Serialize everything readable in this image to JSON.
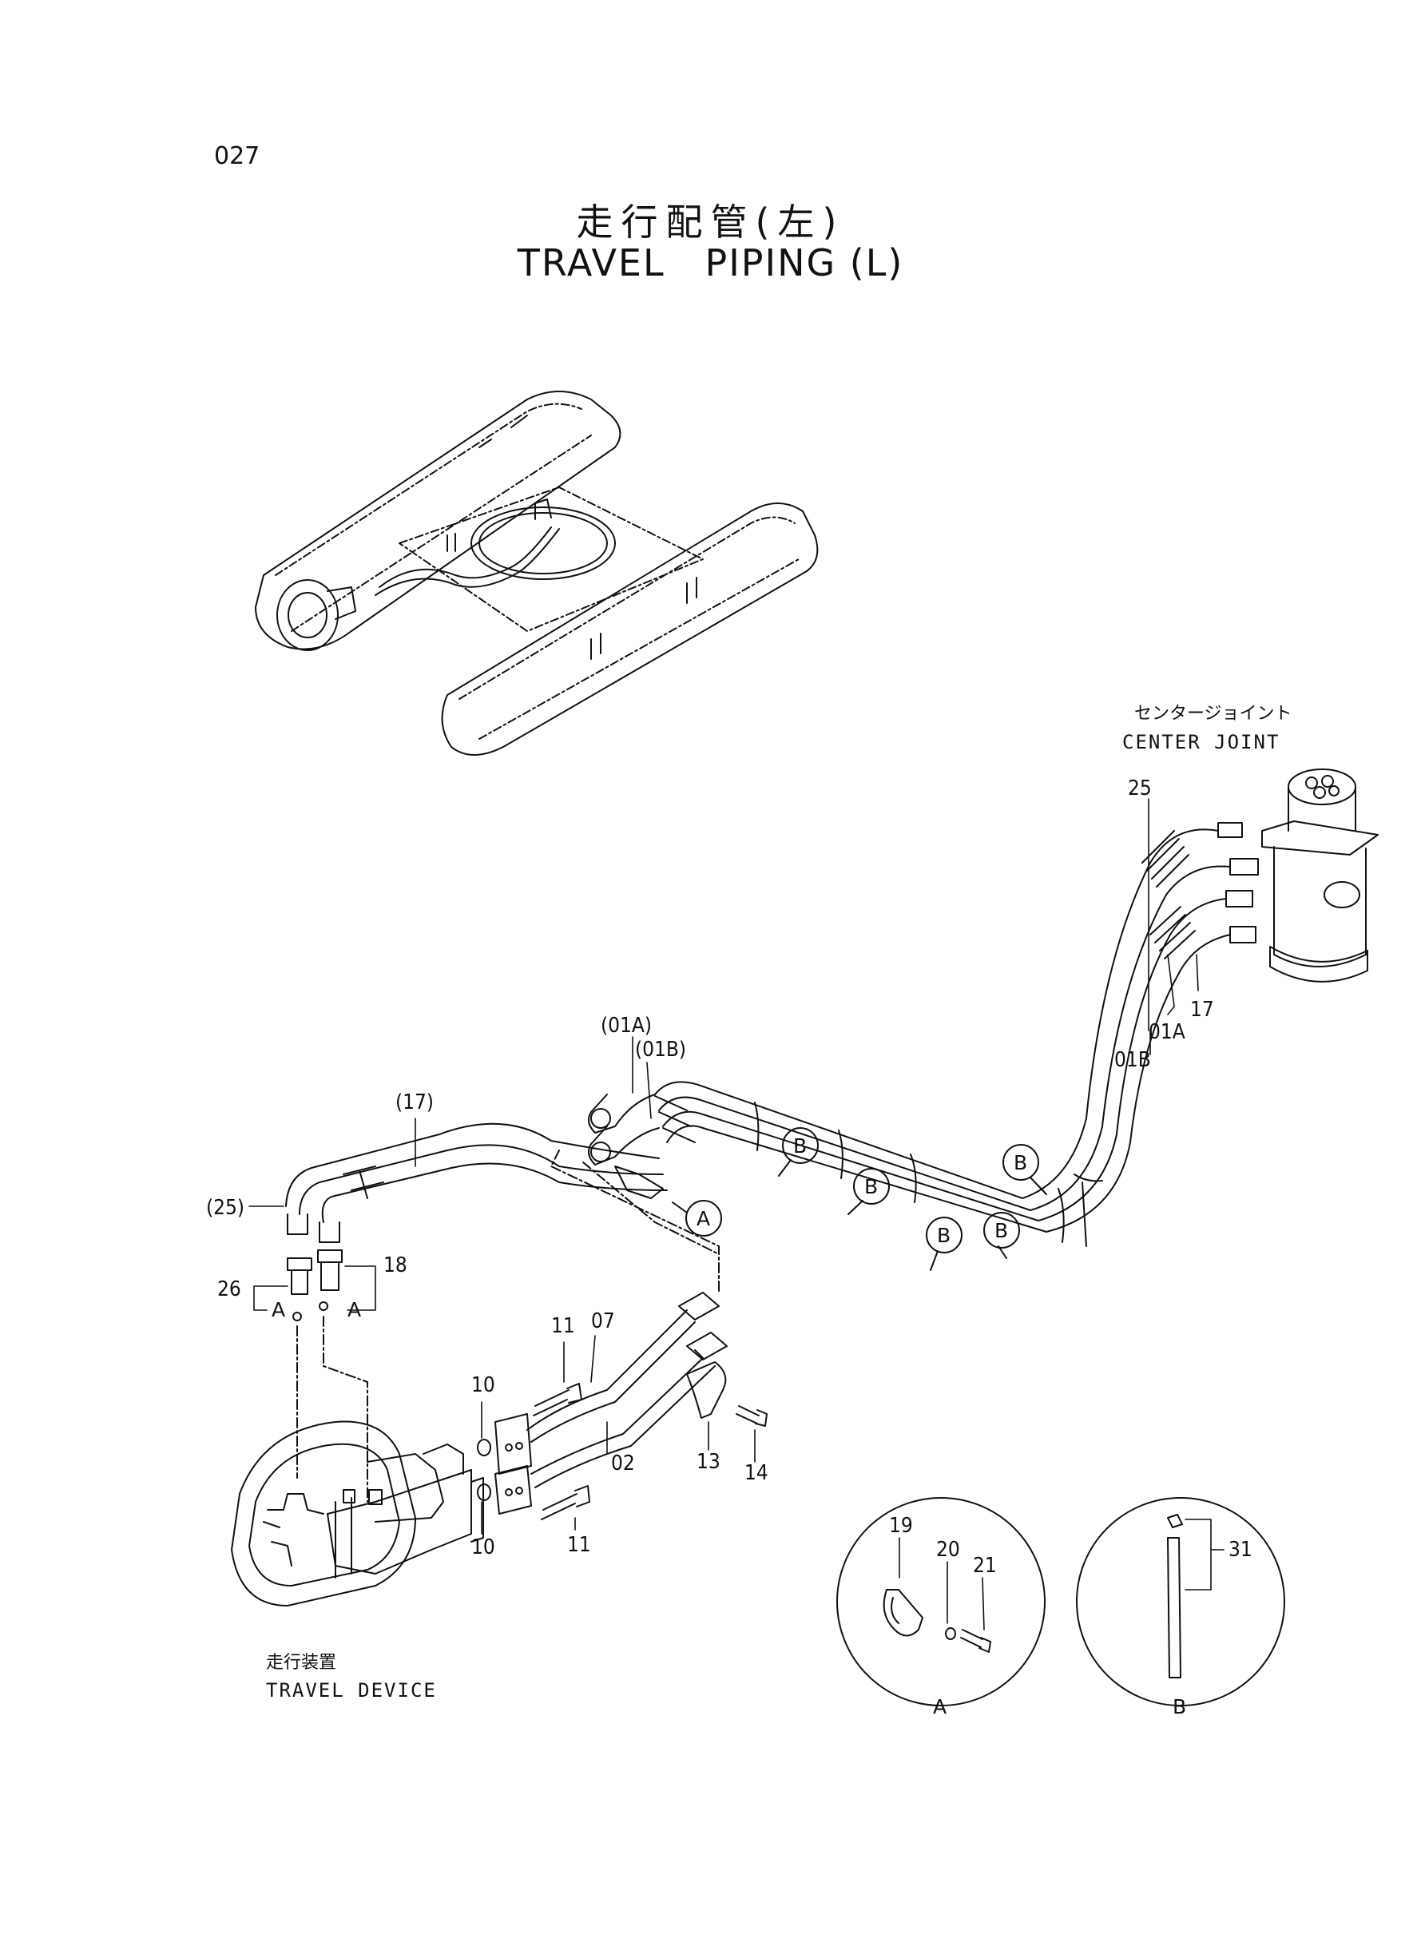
{
  "page_number": "027",
  "title_jp": "走行配管(左)",
  "title_en": "TRAVEL   PIPING (L)",
  "center_joint": {
    "label_jp": "センタージョイント",
    "label_en": "CENTER JOINT"
  },
  "travel_device": {
    "label_jp": "走行装置",
    "label_en": "TRAVEL DEVICE"
  },
  "callouts": {
    "p25": "25",
    "p01a": "01A",
    "p01b": "01B",
    "p17": "17",
    "p01a_ref": "(01A)",
    "p01b_ref": "(01B)",
    "p17_ref": "(17)",
    "p25_ref": "(25)",
    "p26": "26",
    "p18": "18",
    "p11a": "11",
    "p11b": "11",
    "p07": "07",
    "p02": "02",
    "p10a": "10",
    "p10b": "10",
    "p13": "13",
    "p14": "14",
    "p19": "19",
    "p20": "20",
    "p21": "21",
    "p31": "31",
    "view_a": "A",
    "view_b": "B"
  },
  "detail_markers": {
    "a": "A",
    "b": "B"
  }
}
